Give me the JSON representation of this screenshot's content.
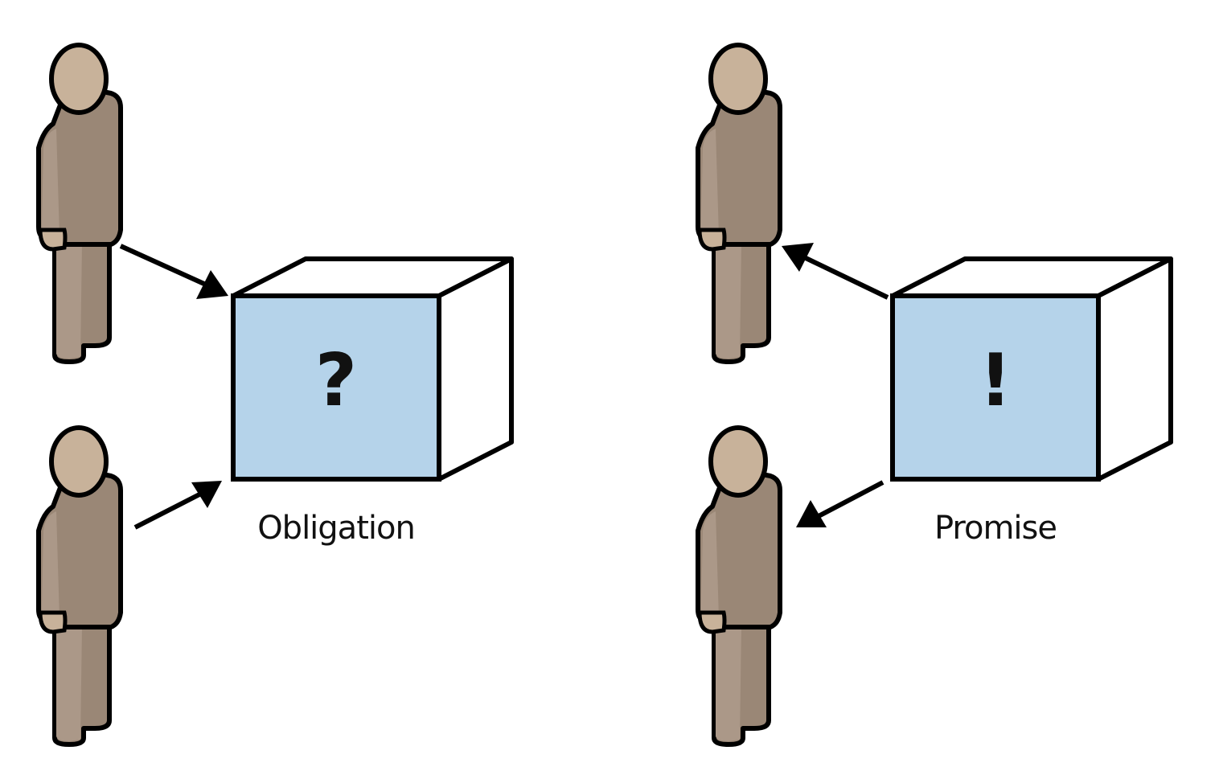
{
  "left_panel": {
    "symbol": "?",
    "caption": "Obligation",
    "arrow_direction": "toward-box"
  },
  "right_panel": {
    "symbol": "!",
    "caption": "Promise",
    "arrow_direction": "toward-people"
  },
  "colors": {
    "box_front": "#b5d3ea",
    "box_side": "#ffffff",
    "outline": "#000000",
    "person_head": "#c8b29a",
    "person_body": "#9a8776",
    "person_body_light": "#ab9888",
    "person_hand": "#c8b29a"
  },
  "icons": {
    "person": "person-icon",
    "arrow": "arrow-icon",
    "box": "cube-icon"
  }
}
